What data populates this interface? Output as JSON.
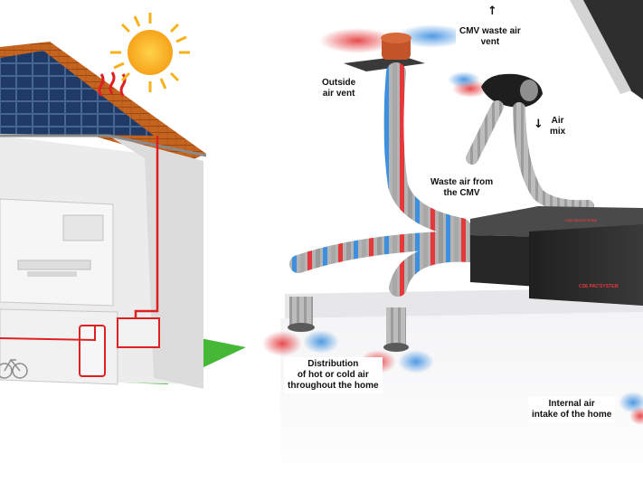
{
  "labels": {
    "outside_vent": {
      "line1": "Outside",
      "line2": "air vent"
    },
    "cmv_waste": {
      "line1": "CMV waste air",
      "line2": "vent"
    },
    "air_mix": {
      "line1": "Air",
      "line2": "mix"
    },
    "waste_from_cmv": {
      "line1": "Waste air from",
      "line2": "the CMV"
    },
    "distribution": {
      "line1": "Distribution",
      "line2": "of hot or cold air",
      "line3": "throughout the home"
    },
    "internal_intake": {
      "line1": "Internal air",
      "line2": "intake of the home"
    }
  },
  "arrows": {
    "up": "↑",
    "down": "↓"
  },
  "units": {
    "logo_front": "CSE PAC'SYSTEM",
    "logo_top": "CSE PAC'SYSTEM"
  },
  "colors": {
    "hot": "#e5383b",
    "cold": "#3d8fe0",
    "duct_grey": "#b4b4b4",
    "roof_tile": "#c5641f",
    "solar_panel": "#1f3a66",
    "sun": "#f6b21a",
    "grass": "#45b838",
    "unit_dark": "#2a2a2a",
    "wire_red": "#e02020"
  }
}
